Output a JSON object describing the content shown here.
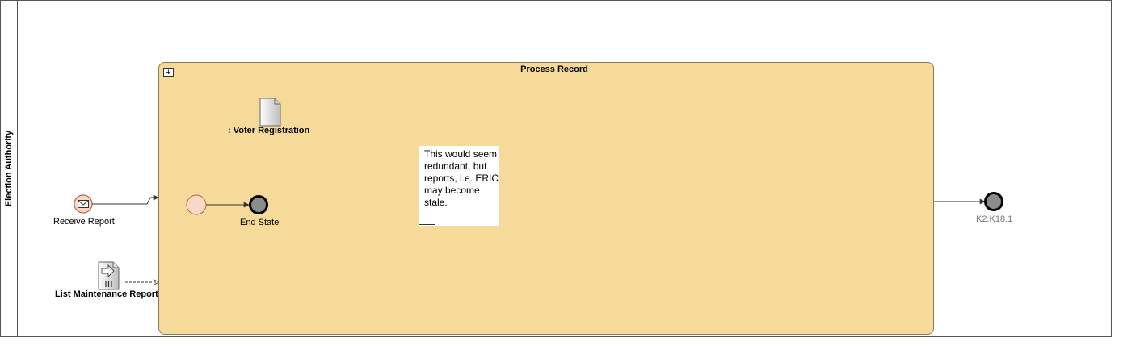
{
  "lane": {
    "label": "Election Authority"
  },
  "subprocess": {
    "title": "Process Record",
    "expand_marker": "+"
  },
  "data_object": {
    "label": ": Voter Registration"
  },
  "events": {
    "receive_report": "Receive Report",
    "end_state": "End State",
    "k2": "K2.K18.1"
  },
  "input_data": {
    "label": "List Maintenance Report"
  },
  "note": {
    "text": "This would seem redundant, but reports, i.e. ERIC may become stale."
  }
}
